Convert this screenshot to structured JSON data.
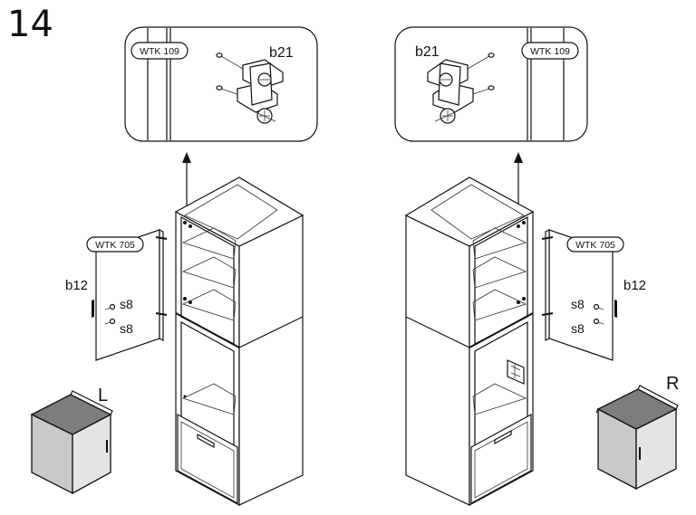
{
  "step": {
    "number": "14"
  },
  "left": {
    "callout_code": "WTK 109",
    "hinge_part": "b21",
    "door_code": "WTK 705",
    "door_part": "b12",
    "screw_top": "s8",
    "screw_bottom": "s8",
    "orientation": "L"
  },
  "right": {
    "callout_code": "WTK 109",
    "hinge_part": "b21",
    "door_code": "WTK 705",
    "door_part": "b12",
    "screw_top": "s8",
    "screw_bottom": "s8",
    "orientation": "R"
  },
  "icons": {
    "hinge": "hinge-icon",
    "screw": "screw-icon",
    "arrow": "arrow-up-icon",
    "cabinet": "cabinet-icon"
  },
  "colors": {
    "line": "#111111",
    "cabinet_front": "#c9c9c9",
    "cabinet_top": "#7d7d7d",
    "cabinet_side": "#e4e4e4"
  }
}
